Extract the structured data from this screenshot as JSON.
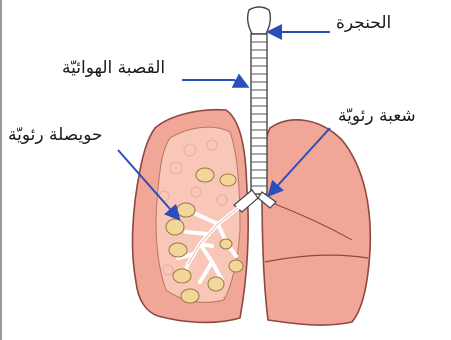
{
  "labels": {
    "larynx": "الحنجرة",
    "trachea": "القصبة الهوائيّة",
    "bronchus": "شعبة رئويّة",
    "alveolus": "حويصلة رئويّة"
  },
  "colors": {
    "lung_fill": "#f2a697",
    "lung_outline": "#8a4a40",
    "lobe_inner": "#f9c7b7",
    "alveolus_fill": "#f2d69a",
    "bronchi_white": "#ffffff",
    "trachea_fill": "#ffffff",
    "arrow": "#2a50b8"
  }
}
